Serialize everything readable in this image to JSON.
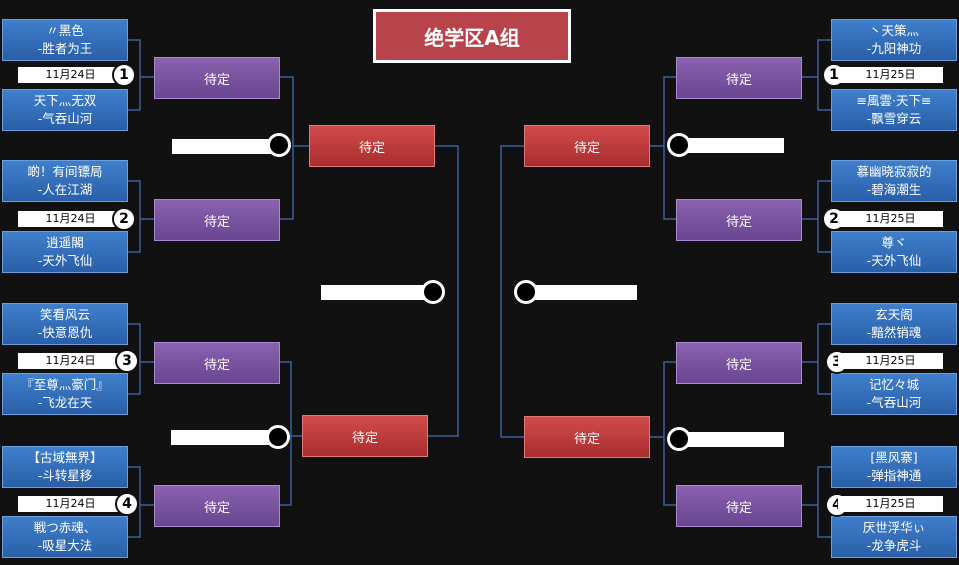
{
  "title": "绝学区A组",
  "pending_label": "待定",
  "left": {
    "matches": [
      {
        "num": "1",
        "date": "11月24日",
        "team1": [
          "〃黑色",
          "-胜者为王"
        ],
        "team2": [
          "天下灬无双",
          "-气吞山河"
        ]
      },
      {
        "num": "2",
        "date": "11月24日",
        "team1": [
          "啲！有间镖局",
          "-人在江湖"
        ],
        "team2": [
          "逍遥閣",
          "-天外飞仙"
        ]
      },
      {
        "num": "3",
        "date": "11月24日",
        "team1": [
          "笑看风云",
          "-快意恩仇"
        ],
        "team2": [
          "『至尊灬豪门』",
          "-飞龙在天"
        ]
      },
      {
        "num": "4",
        "date": "11月24日",
        "team1": [
          "【古域無界】",
          "-斗转星移"
        ],
        "team2": [
          "戦つ赤魂、",
          "-吸星大法"
        ]
      }
    ]
  },
  "right": {
    "matches": [
      {
        "num": "1",
        "date": "11月25日",
        "team1": [
          "丶天策灬",
          "-九阳神功"
        ],
        "team2": [
          "≡風雲·天下≡",
          "-飘雪穿云"
        ]
      },
      {
        "num": "2",
        "date": "11月25日",
        "team1": [
          "慕幽晓寂寂的",
          "-碧海潮生"
        ],
        "team2": [
          "尊ヾ",
          "-天外飞仙"
        ]
      },
      {
        "num": "3",
        "date": "11月25日",
        "team1": [
          "玄天阁",
          "-黯然销魂"
        ],
        "team2": [
          "记忆々城",
          "-气吞山河"
        ]
      },
      {
        "num": "4",
        "date": "11月25日",
        "team1": [
          "[黑风寨]",
          "-弹指神通"
        ],
        "team2": [
          "厌世浮华ぃ",
          "-龙争虎斗"
        ]
      }
    ]
  },
  "colors": {
    "team": "#3f7fcc",
    "pending": "#7a52a0",
    "semifinal": "#c23a3a",
    "line": "#3a5f9a",
    "background": "#111111"
  }
}
